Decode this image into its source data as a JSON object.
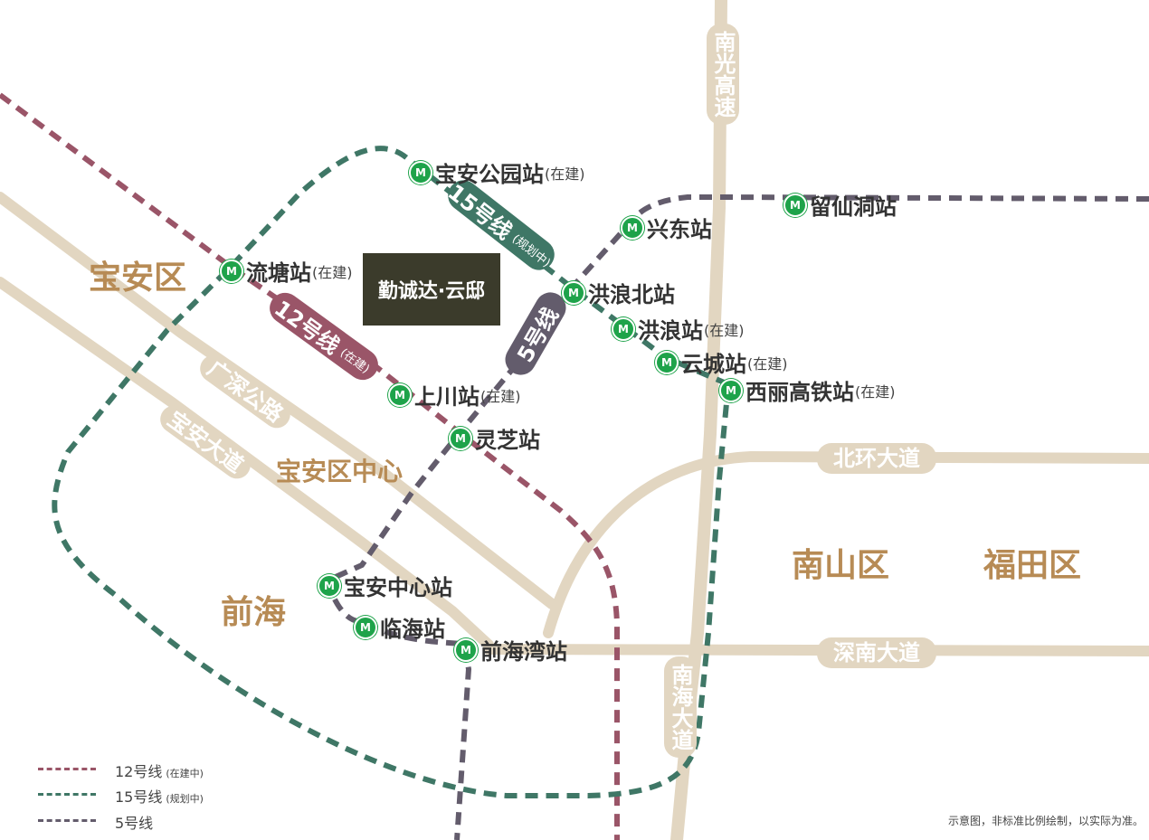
{
  "districts": {
    "baoan": "宝安区",
    "nanshan": "南山区",
    "futian": "福田区",
    "qianhai": "前海",
    "baoan_center": "宝安区中心"
  },
  "project": {
    "name": "勤诚达·云邸"
  },
  "roads": {
    "nanguang": "南光高速",
    "guangshen": "广深公路",
    "baoan_avenue": "宝安大道",
    "beihuan": "北环大道",
    "shennan": "深南大道",
    "nanhai": "南海大道"
  },
  "line_labels": {
    "line15": {
      "label": "15号线",
      "status": "(规划中)"
    },
    "line12": {
      "label": "12号线",
      "status": "(在建)"
    },
    "line5": {
      "label": "5号线"
    }
  },
  "stations": {
    "baoan_park": {
      "name": "宝安公园站",
      "note": "(在建)"
    },
    "liutang": {
      "name": "流塘站",
      "note": "(在建)"
    },
    "xingdong": {
      "name": "兴东站"
    },
    "liuxiandong": {
      "name": "留仙洞站"
    },
    "honglang_north": {
      "name": "洪浪北站"
    },
    "honglang": {
      "name": "洪浪站",
      "note": "(在建)"
    },
    "yuncheng": {
      "name": "云城站",
      "note": "(在建)"
    },
    "xili_hsr": {
      "name": "西丽高铁站",
      "note": "(在建)"
    },
    "shangchuan": {
      "name": "上川站",
      "note": "(在建)"
    },
    "lingzhi": {
      "name": "灵芝站"
    },
    "baoan_center": {
      "name": "宝安中心站"
    },
    "linhai": {
      "name": "临海站"
    },
    "qianhai_bay": {
      "name": "前海湾站"
    }
  },
  "legend": [
    {
      "label": "12号线",
      "note": "(在建中)",
      "color": "#9a5568"
    },
    {
      "label": "15号线",
      "note": "(规划中)",
      "color": "#3f7766"
    },
    {
      "label": "5号线",
      "note": "",
      "color": "#635c6c"
    }
  ],
  "disclaimer": "示意图，非标准比例绘制，以实际为准。",
  "colors": {
    "road": "#e2d6c1",
    "line12": "#9a5568",
    "line15": "#3f7766",
    "line5": "#635c6c",
    "station_icon": "#1ea34a",
    "district_text": "#b78b55",
    "project_box": "#3b3b2b"
  },
  "icons": {
    "station": "metro-station-icon"
  }
}
